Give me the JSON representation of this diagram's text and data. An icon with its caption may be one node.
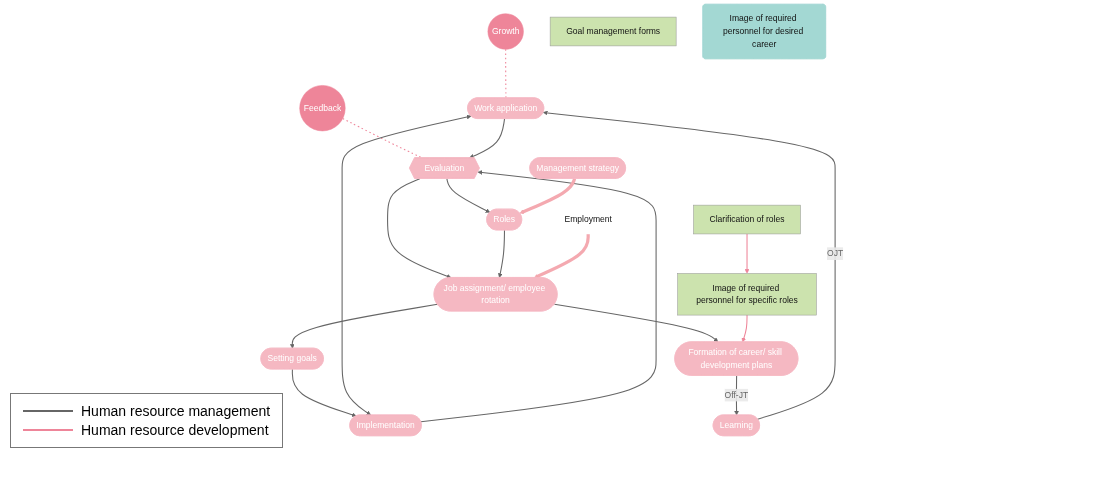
{
  "diagram": {
    "nodes": [
      {
        "text": [
          "Growth"
        ]
      },
      {
        "text": [
          "Feedback"
        ]
      },
      {
        "text": [
          "Work application"
        ]
      },
      {
        "text": [
          "Evaluation"
        ]
      },
      {
        "text": [
          "Implementation"
        ]
      },
      {
        "text": [
          "Clarification of roles"
        ]
      },
      {
        "text": [
          "Management strategy"
        ]
      },
      {
        "text": [
          "Learning"
        ]
      },
      {
        "text": [
          "Goal management forms"
        ]
      },
      {
        "text": [
          "Roles"
        ]
      },
      {
        "text": [
          "Setting goals"
        ]
      },
      {
        "text": [
          "Job assignment/ employee rotation"
        ]
      },
      {
        "text": [
          "Formation of career/ skill development plans"
        ]
      },
      {
        "text": [
          "Employment"
        ]
      },
      {
        "text": [
          "Image of required personnel for specific roles"
        ]
      },
      {
        "text": [
          "Image of required personnel for desired career"
        ]
      }
    ],
    "edges": [
      {
        "from": 0,
        "to": 2,
        "arrow": "none",
        "style": "dashed",
        "color": "#ee8599"
      },
      {
        "from": 1,
        "to": 3,
        "arrow": "none",
        "style": "dashed",
        "color": "#ee8599"
      },
      {
        "from": 7,
        "to": 2,
        "arrow": "to",
        "label": "OJT"
      },
      {
        "from": 2,
        "to": 3,
        "arrow": "to"
      },
      {
        "from": 4,
        "to": 2,
        "arrow": "both"
      },
      {
        "from": 4,
        "to": 3,
        "arrow": "to"
      },
      {
        "from": 3,
        "to": 9,
        "arrow": "to"
      },
      {
        "from": 3,
        "to": 11,
        "arrow": "to"
      },
      {
        "from": 9,
        "to": 11,
        "arrow": "to"
      },
      {
        "from": 10,
        "to": 4,
        "arrow": "to"
      },
      {
        "from": 11,
        "to": 10,
        "arrow": "to"
      },
      {
        "from": 11,
        "to": 12,
        "arrow": "to"
      },
      {
        "from": 12,
        "to": 7,
        "arrow": "to",
        "label": "Off-JT"
      },
      {
        "from": 6,
        "to": 9,
        "arrow": "to",
        "style": "thick",
        "color": "#f4a9b0"
      },
      {
        "from": 13,
        "to": 11,
        "arrow": "to",
        "style": "thick",
        "color": "#f4a9b0"
      },
      {
        "from": 5,
        "to": 14,
        "arrow": "to",
        "color": "#ee8599"
      },
      {
        "from": 14,
        "to": 12,
        "arrow": "to",
        "color": "#ee8599"
      }
    ],
    "legend": [
      {
        "text": "Human resource management"
      },
      {
        "text": "Human resource development"
      }
    ]
  }
}
